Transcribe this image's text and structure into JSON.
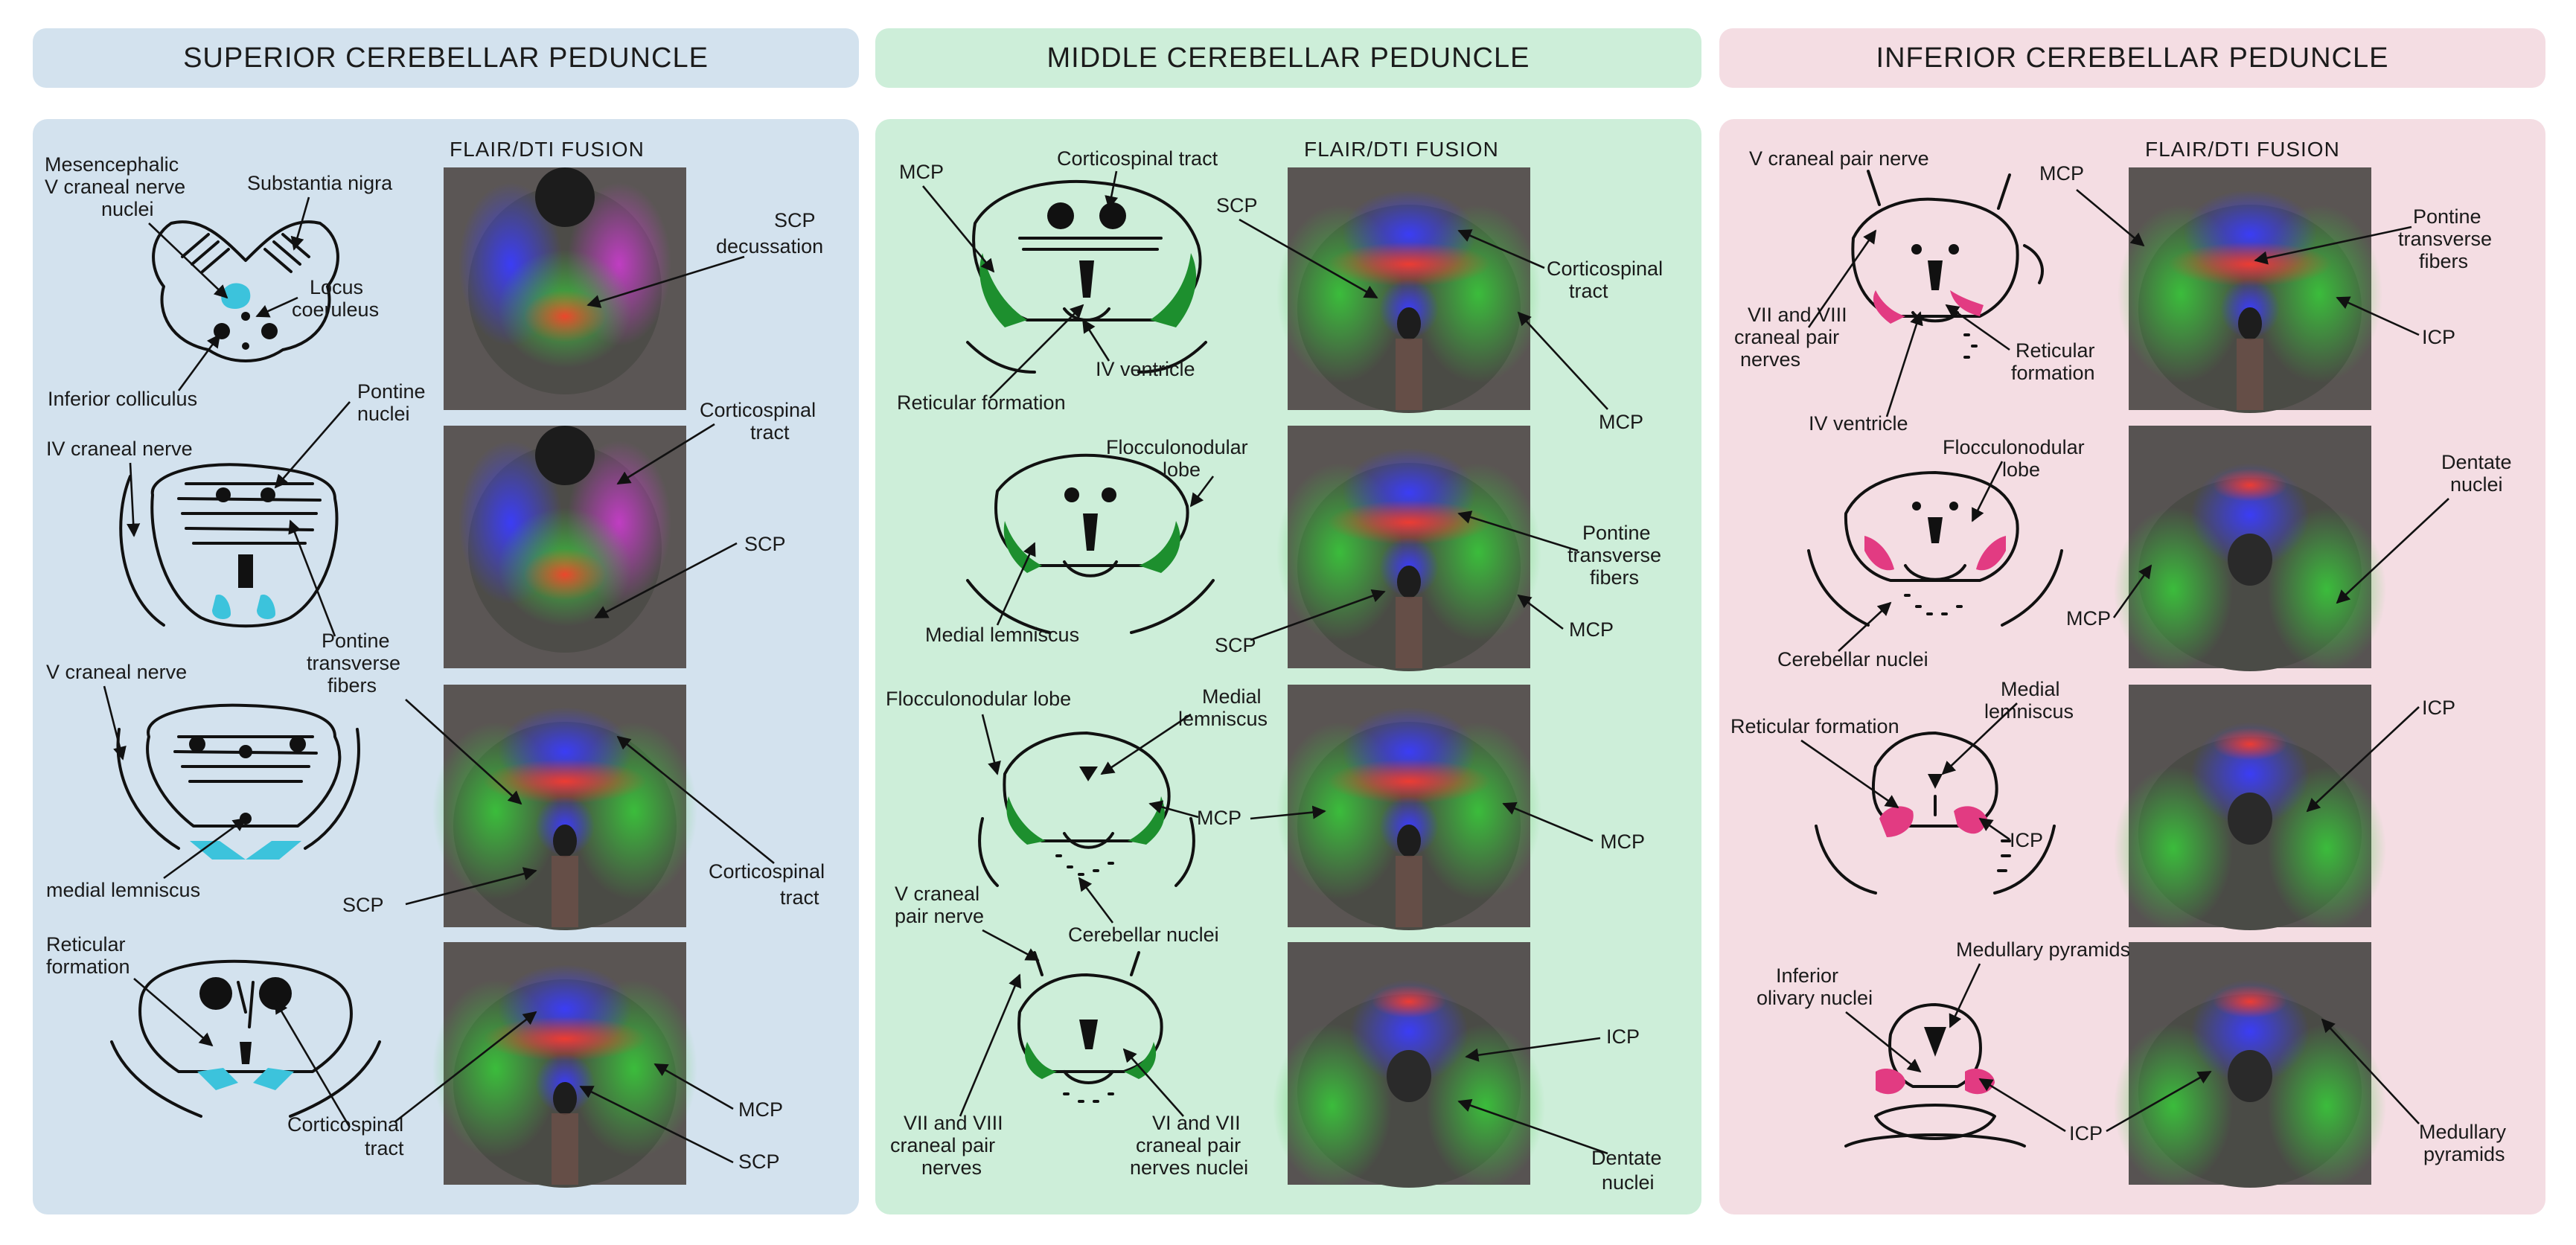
{
  "panels": [
    {
      "title": "SUPERIOR CEREBELLAR PEDUNCLE",
      "fusion_title": "FLAIR/DTI FUSION",
      "labels": {
        "l1": "Mesencephalic",
        "l2": "V craneal nerve",
        "l3": "nuclei",
        "l4": "Substantia nigra",
        "l5": "Locus",
        "l6": "coeruleus",
        "l7": "Inferior colliculus",
        "l8": "SCP",
        "l9": "decussation",
        "l10": "Pontine",
        "l11": "nuclei",
        "l12": "IV craneal nerve",
        "l13": "Corticospinal",
        "l14": "tract",
        "l15": "SCP",
        "l16": "Pontine",
        "l17": "transverse",
        "l18": "fibers",
        "l19": "V craneal nerve",
        "l20": "medial lemniscus",
        "l21": "Corticospinal",
        "l22": "tract",
        "l23": "SCP",
        "l24": "Reticular",
        "l25": "formation",
        "l26": "Corticospinal",
        "l27": "tract",
        "l28": "MCP",
        "l29": "SCP"
      }
    },
    {
      "title": "MIDDLE CEREBELLAR PEDUNCLE",
      "fusion_title": "FLAIR/DTI FUSION",
      "labels": {
        "l1": "MCP",
        "l2": "Corticospinal tract",
        "l3": "SCP",
        "l4": "Corticospinal",
        "l5": "tract",
        "l6": "Reticular formation",
        "l7": "IV ventricle",
        "l8": "MCP",
        "l9": "Flocculonodular",
        "l10": "lobe",
        "l11": "Pontine",
        "l12": "transverse",
        "l13": "fibers",
        "l14": "Medial lemniscus",
        "l15": "SCP",
        "l16": "MCP",
        "l17": "Flocculonodular lobe",
        "l18": "Medial",
        "l19": "lemniscus",
        "l20": "MCP",
        "l21": "MCP",
        "l22": "Cerebellar nuclei",
        "l23": "V craneal",
        "l24": "pair nerve",
        "l25": "ICP",
        "l26": "VII and VIII",
        "l27": "craneal pair",
        "l28": "nerves",
        "l29": "VI and VII",
        "l30": "craneal pair",
        "l31": "nerves nuclei",
        "l32": "Dentate",
        "l33": "nuclei"
      }
    },
    {
      "title": "INFERIOR CEREBELLAR PEDUNCLE",
      "fusion_title": "FLAIR/DTI FUSION",
      "labels": {
        "l1": "V craneal pair nerve",
        "l2": "MCP",
        "l3": "Pontine",
        "l4": "transverse",
        "l5": "fibers",
        "l6": "VII and VIII",
        "l7": "craneal pair",
        "l8": "nerves",
        "l9": "Reticular",
        "l10": "formation",
        "l11": "ICP",
        "l12": "IV ventricle",
        "l13": "Flocculonodular",
        "l14": "lobe",
        "l15": "Dentate",
        "l16": "nuclei",
        "l17": "MCP",
        "l18": "Cerebellar nuclei",
        "l19": "Medial",
        "l20": "lemniscus",
        "l21": "Reticular formation",
        "l22": "ICP",
        "l23": "ICP",
        "l24": "Medullary pyramids",
        "l25": "Inferior",
        "l26": "olivary nuclei",
        "l27": "ICP",
        "l28": "Medullary",
        "l29": "pyramids"
      }
    }
  ],
  "colors": {
    "panel_superior": "#d3e2ee",
    "panel_middle": "#cdeed9",
    "panel_inferior": "#f4dde3",
    "highlight_superior": "#3cc3dc",
    "highlight_middle": "#1d8f2e",
    "highlight_inferior": "#e23b82"
  }
}
